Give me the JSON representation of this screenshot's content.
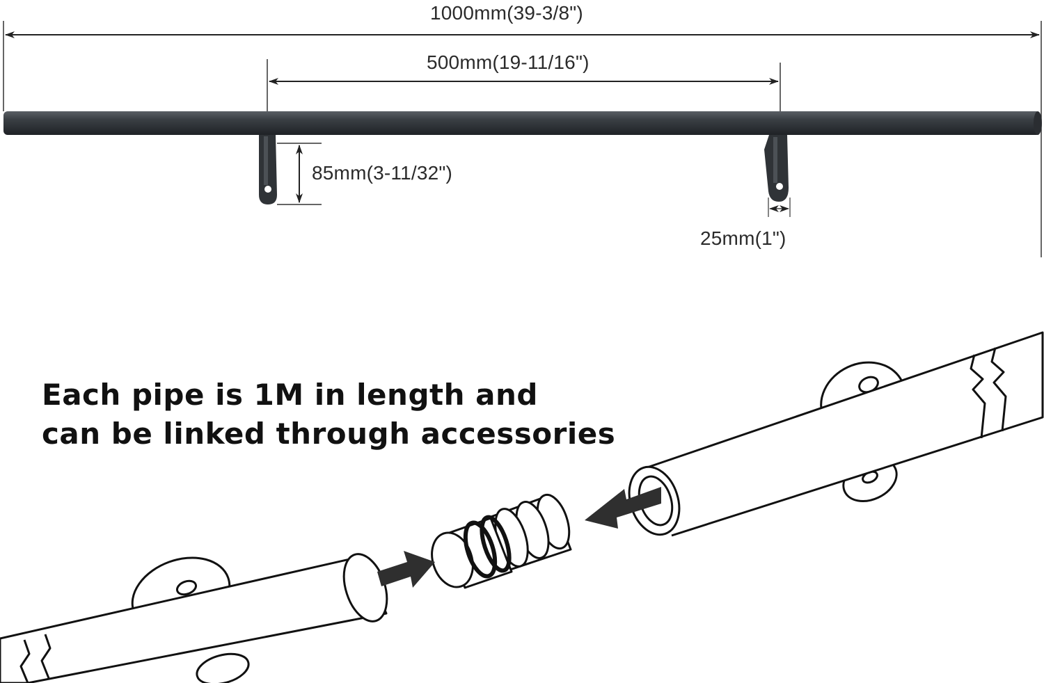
{
  "dimensions": {
    "overall_length": "1000mm(39-3/8\")",
    "bracket_spacing": "500mm(19-11/16\")",
    "bracket_height": "85mm(3-11/32\")",
    "pipe_diameter": "25mm(1\")"
  },
  "caption": {
    "line1": "Each pipe is 1M in length and",
    "line2": "can be linked through accessories"
  },
  "colors": {
    "pipe": "#2e3236",
    "line": "#1a1a1a",
    "arrow": "#2f2f2f"
  }
}
